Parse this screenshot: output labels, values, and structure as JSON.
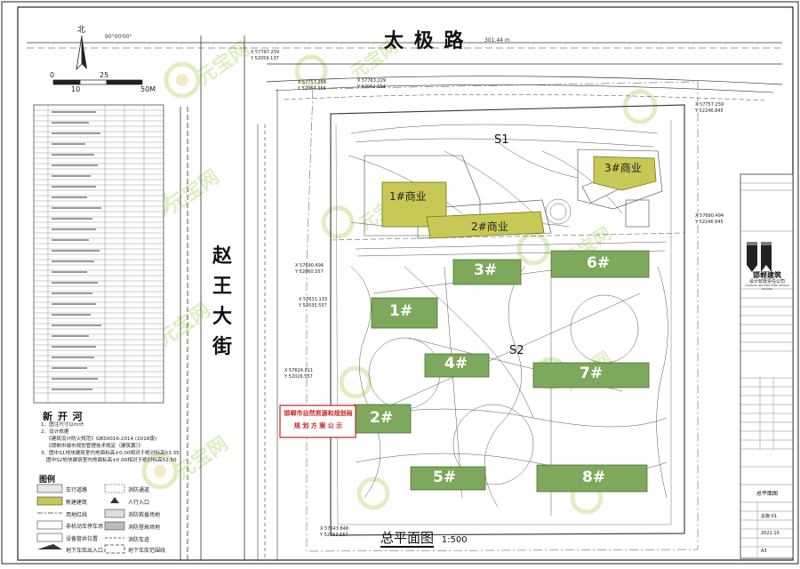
{
  "roads": {
    "north": "太 极 路",
    "west": [
      "赵",
      "王",
      "大",
      "街"
    ],
    "river": "新 开 河"
  },
  "north_arrow": {
    "label": "北",
    "scale_ticks": [
      "0",
      "10",
      "25",
      "50M"
    ]
  },
  "zones": {
    "s1": "S1",
    "s2": "S2"
  },
  "buildings": {
    "commercial": [
      "1#商业",
      "2#商业",
      "3#商业"
    ],
    "residential": [
      "1#",
      "2#",
      "3#",
      "4#",
      "5#",
      "6#",
      "7#",
      "8#"
    ]
  },
  "coords": [
    "X 57797.259",
    "Y 52059.137",
    "X 57757.258",
    "Y 52064.356",
    "X 57763.229",
    "Y 52062.554",
    "X 57757.259",
    "Y 52246.845",
    "X 57690.494",
    "Y 52246.845",
    "X 57690.494",
    "Y 52060.557",
    "X 57631.133",
    "Y 52035.557",
    "X 57624.011",
    "Y 52026.557",
    "X 57543.848",
    "Y 52053.557"
  ],
  "axis_labels": [
    "90°00'00\"",
    "301.44 m"
  ],
  "stamp": {
    "line1": "邯郸市自然资源和规划局",
    "line2": "规 划 方 案 公 示"
  },
  "legend": {
    "title": "图例",
    "items": [
      {
        "left": "车行道路",
        "right": "消防通道"
      },
      {
        "left": "新建建筑",
        "right": "人行入口"
      },
      {
        "left": "用地红线",
        "right": "消防救援场地"
      },
      {
        "left": "非机动车停车场",
        "right": "消防登高场地"
      },
      {
        "left": "设备管井位置",
        "right": "消防车道"
      },
      {
        "left": "地下车库出入口",
        "right": "地下车库范围线"
      }
    ]
  },
  "notes": [
    "1、图注尺寸以m计",
    "2、设计依据",
    "《建筑设计防火规范》GB50016-2014 (2018版)",
    "《邯郸市城市规划管理技术规定（建筑篇）》",
    "3、图中S1地块建筑室内地面标高±0.00相对于绝对标高53.35",
    "图中S2地块建筑室内地面标高±0.00相对于绝对标高52.50"
  ],
  "plan_title": "总平面图",
  "plan_scale": "1:500",
  "title_block": {
    "company_cn": "邯郸建筑",
    "company_sub": "设计有限责任公司",
    "company_en": "HANDAN ARCHITECTURE DESIGN CO.,LTD",
    "drawing_name": "总平面图",
    "date": "2021.10",
    "sheet_size": "A3",
    "sheet_no": "总施-01"
  },
  "watermark": "元宝网"
}
